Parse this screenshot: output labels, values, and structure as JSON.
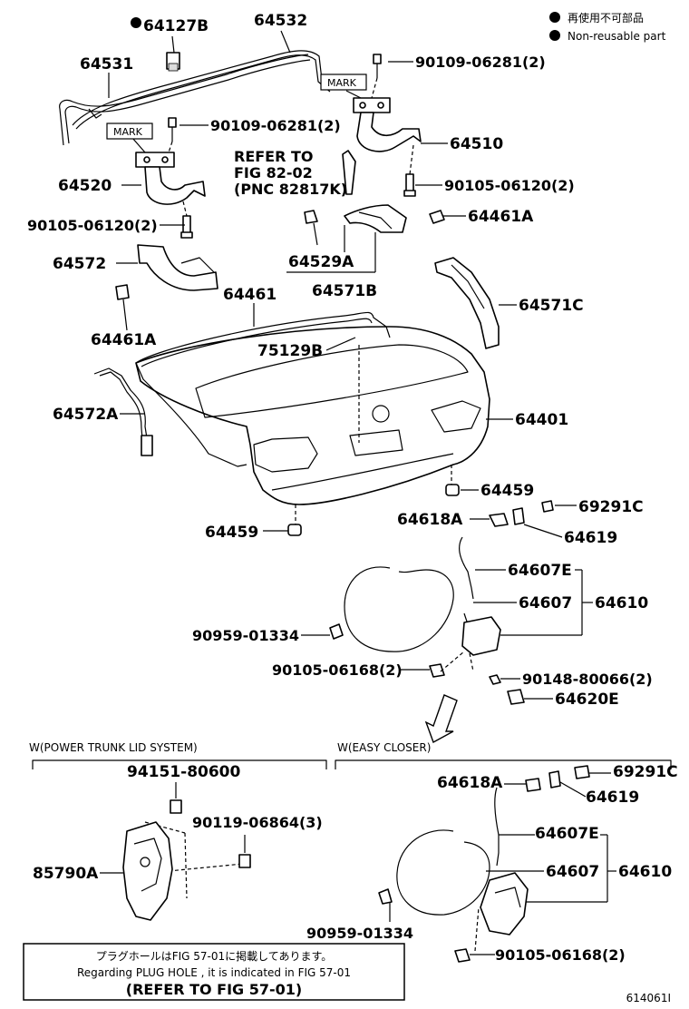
{
  "legend": {
    "jp": "再使用不可部品",
    "en": "Non-reusable part"
  },
  "labels": {
    "p64127b": "64127B",
    "p64532": "64532",
    "p64531": "64531",
    "p90109a": "90109-06281(2)",
    "p90109b": "90109-06281(2)",
    "p64510": "64510",
    "p64520": "64520",
    "p90105a": "90105-06120(2)",
    "p90105b": "90105-06120(2)",
    "p64461a_top": "64461A",
    "p64572": "64572",
    "p64529a": "64529A",
    "p64571b": "64571B",
    "p64461": "64461",
    "p64571c": "64571C",
    "p64461a_left": "64461A",
    "p75129b": "75129B",
    "p64572a": "64572A",
    "p64401": "64401",
    "p64459a": "64459",
    "p64459b": "64459",
    "p64618a": "64618A",
    "p69291c": "69291C",
    "p64619": "64619",
    "p64607e": "64607E",
    "p64607": "64607",
    "p64610": "64610",
    "p90959": "90959-01334",
    "p90105c": "90105-06168(2)",
    "p90148": "90148-80066(2)",
    "p64620e": "64620E",
    "mark1": "MARK",
    "mark2": "MARK",
    "refer1": "REFER  TO",
    "refer2": "FIG  82-02",
    "refer3": "(PNC  82817K)"
  },
  "sections": {
    "power_title": "W(POWER TRUNK LID SYSTEM)",
    "easy_title": "W(EASY CLOSER)",
    "p94151": "94151-80600",
    "p90119": "90119-06864(3)",
    "p85790a": "85790A",
    "e64618a": "64618A",
    "e69291c": "69291C",
    "e64619": "64619",
    "e64607e": "64607E",
    "e64607": "64607",
    "e64610": "64610",
    "e90959": "90959-01334",
    "e90105": "90105-06168(2)"
  },
  "note": {
    "jp": "プラグホールはFIG 57-01に掲載してあります。",
    "en": "Regarding  PLUG  HOLE , it is indicated in  FIG  57-01",
    "refer": "(REFER  TO  FIG  57-01)"
  },
  "figure_code": "614061I"
}
